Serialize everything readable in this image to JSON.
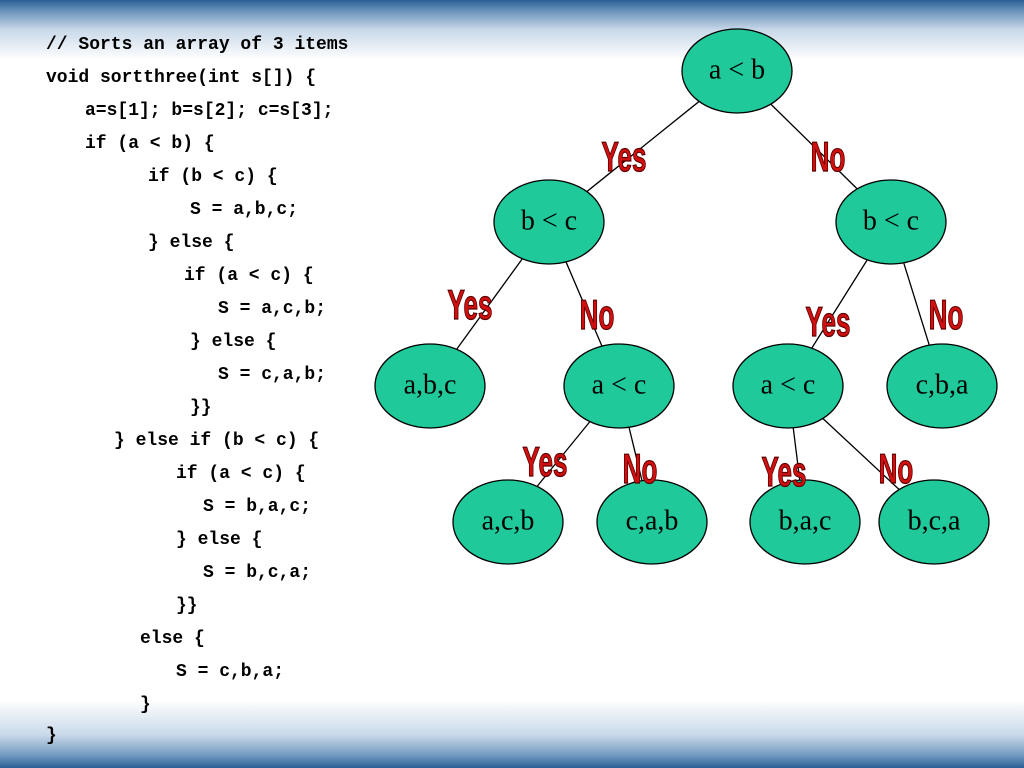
{
  "colors": {
    "node_fill": "#1fc99a",
    "node_stroke": "#000000",
    "edge": "#000000",
    "branch_text": "#d01010",
    "band": "#2a5f95"
  },
  "code": {
    "lines": [
      "// Sorts an array of 3 items",
      "void sortthree(int s[]) {",
      "a=s[1]; b=s[2]; c=s[3];",
      "if (a < b) {",
      "if (b < c) {",
      "S = a,b,c;",
      "} else {",
      "if (a < c) {",
      "S = a,c,b;",
      "} else {",
      "S = c,a,b;",
      "}}",
      "} else if (b < c) {",
      "if (a < c) {",
      "S = b,a,c;",
      "} else {",
      "S = b,c,a;",
      "}}",
      "else {",
      "S = c,b,a;",
      "}",
      "}"
    ]
  },
  "tree": {
    "nodes": [
      {
        "id": "root",
        "label": "a < b"
      },
      {
        "id": "l",
        "label": "b < c"
      },
      {
        "id": "r",
        "label": "b < c"
      },
      {
        "id": "ll",
        "label": "a,b,c"
      },
      {
        "id": "lr",
        "label": "a < c"
      },
      {
        "id": "rl",
        "label": "a < c"
      },
      {
        "id": "rr",
        "label": "c,b,a"
      },
      {
        "id": "lrl",
        "label": "a,c,b"
      },
      {
        "id": "lrr",
        "label": "c,a,b"
      },
      {
        "id": "rll",
        "label": "b,a,c"
      },
      {
        "id": "rlr",
        "label": "b,c,a"
      }
    ],
    "edges": [
      {
        "from": "root",
        "to": "l",
        "label": "Yes"
      },
      {
        "from": "root",
        "to": "r",
        "label": "No"
      },
      {
        "from": "l",
        "to": "ll",
        "label": "Yes"
      },
      {
        "from": "l",
        "to": "lr",
        "label": "No"
      },
      {
        "from": "r",
        "to": "rl",
        "label": "Yes"
      },
      {
        "from": "r",
        "to": "rr",
        "label": "No"
      },
      {
        "from": "lr",
        "to": "lrl",
        "label": "Yes"
      },
      {
        "from": "lr",
        "to": "lrr",
        "label": "No"
      },
      {
        "from": "rl",
        "to": "rll",
        "label": "Yes"
      },
      {
        "from": "rl",
        "to": "rlr",
        "label": "No"
      }
    ]
  }
}
